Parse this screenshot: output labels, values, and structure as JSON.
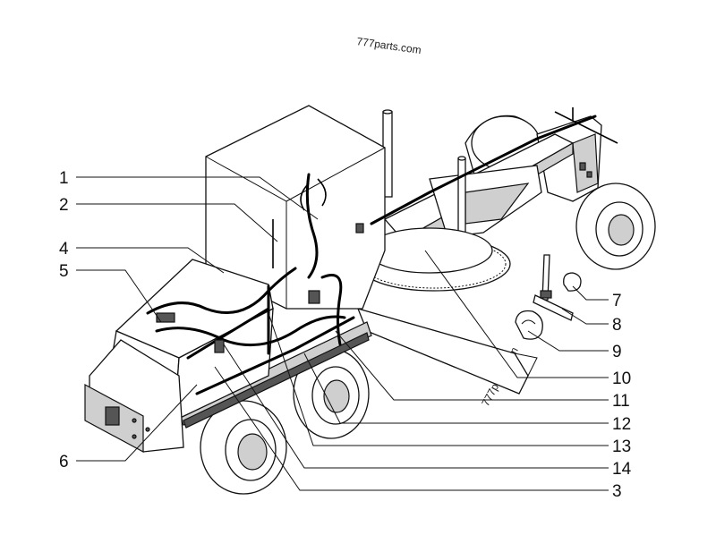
{
  "watermarks": {
    "top": "777parts.com",
    "rotated": "777parts.com"
  },
  "callouts": [
    {
      "id": "1",
      "label": "1"
    },
    {
      "id": "2",
      "label": "2"
    },
    {
      "id": "4",
      "label": "4"
    },
    {
      "id": "5",
      "label": "5"
    },
    {
      "id": "6",
      "label": "6"
    },
    {
      "id": "7",
      "label": "7"
    },
    {
      "id": "8",
      "label": "8"
    },
    {
      "id": "9",
      "label": "9"
    },
    {
      "id": "10",
      "label": "10"
    },
    {
      "id": "11",
      "label": "11"
    },
    {
      "id": "12",
      "label": "12"
    },
    {
      "id": "13",
      "label": "13"
    },
    {
      "id": "14",
      "label": "14"
    },
    {
      "id": "3",
      "label": "3"
    }
  ]
}
